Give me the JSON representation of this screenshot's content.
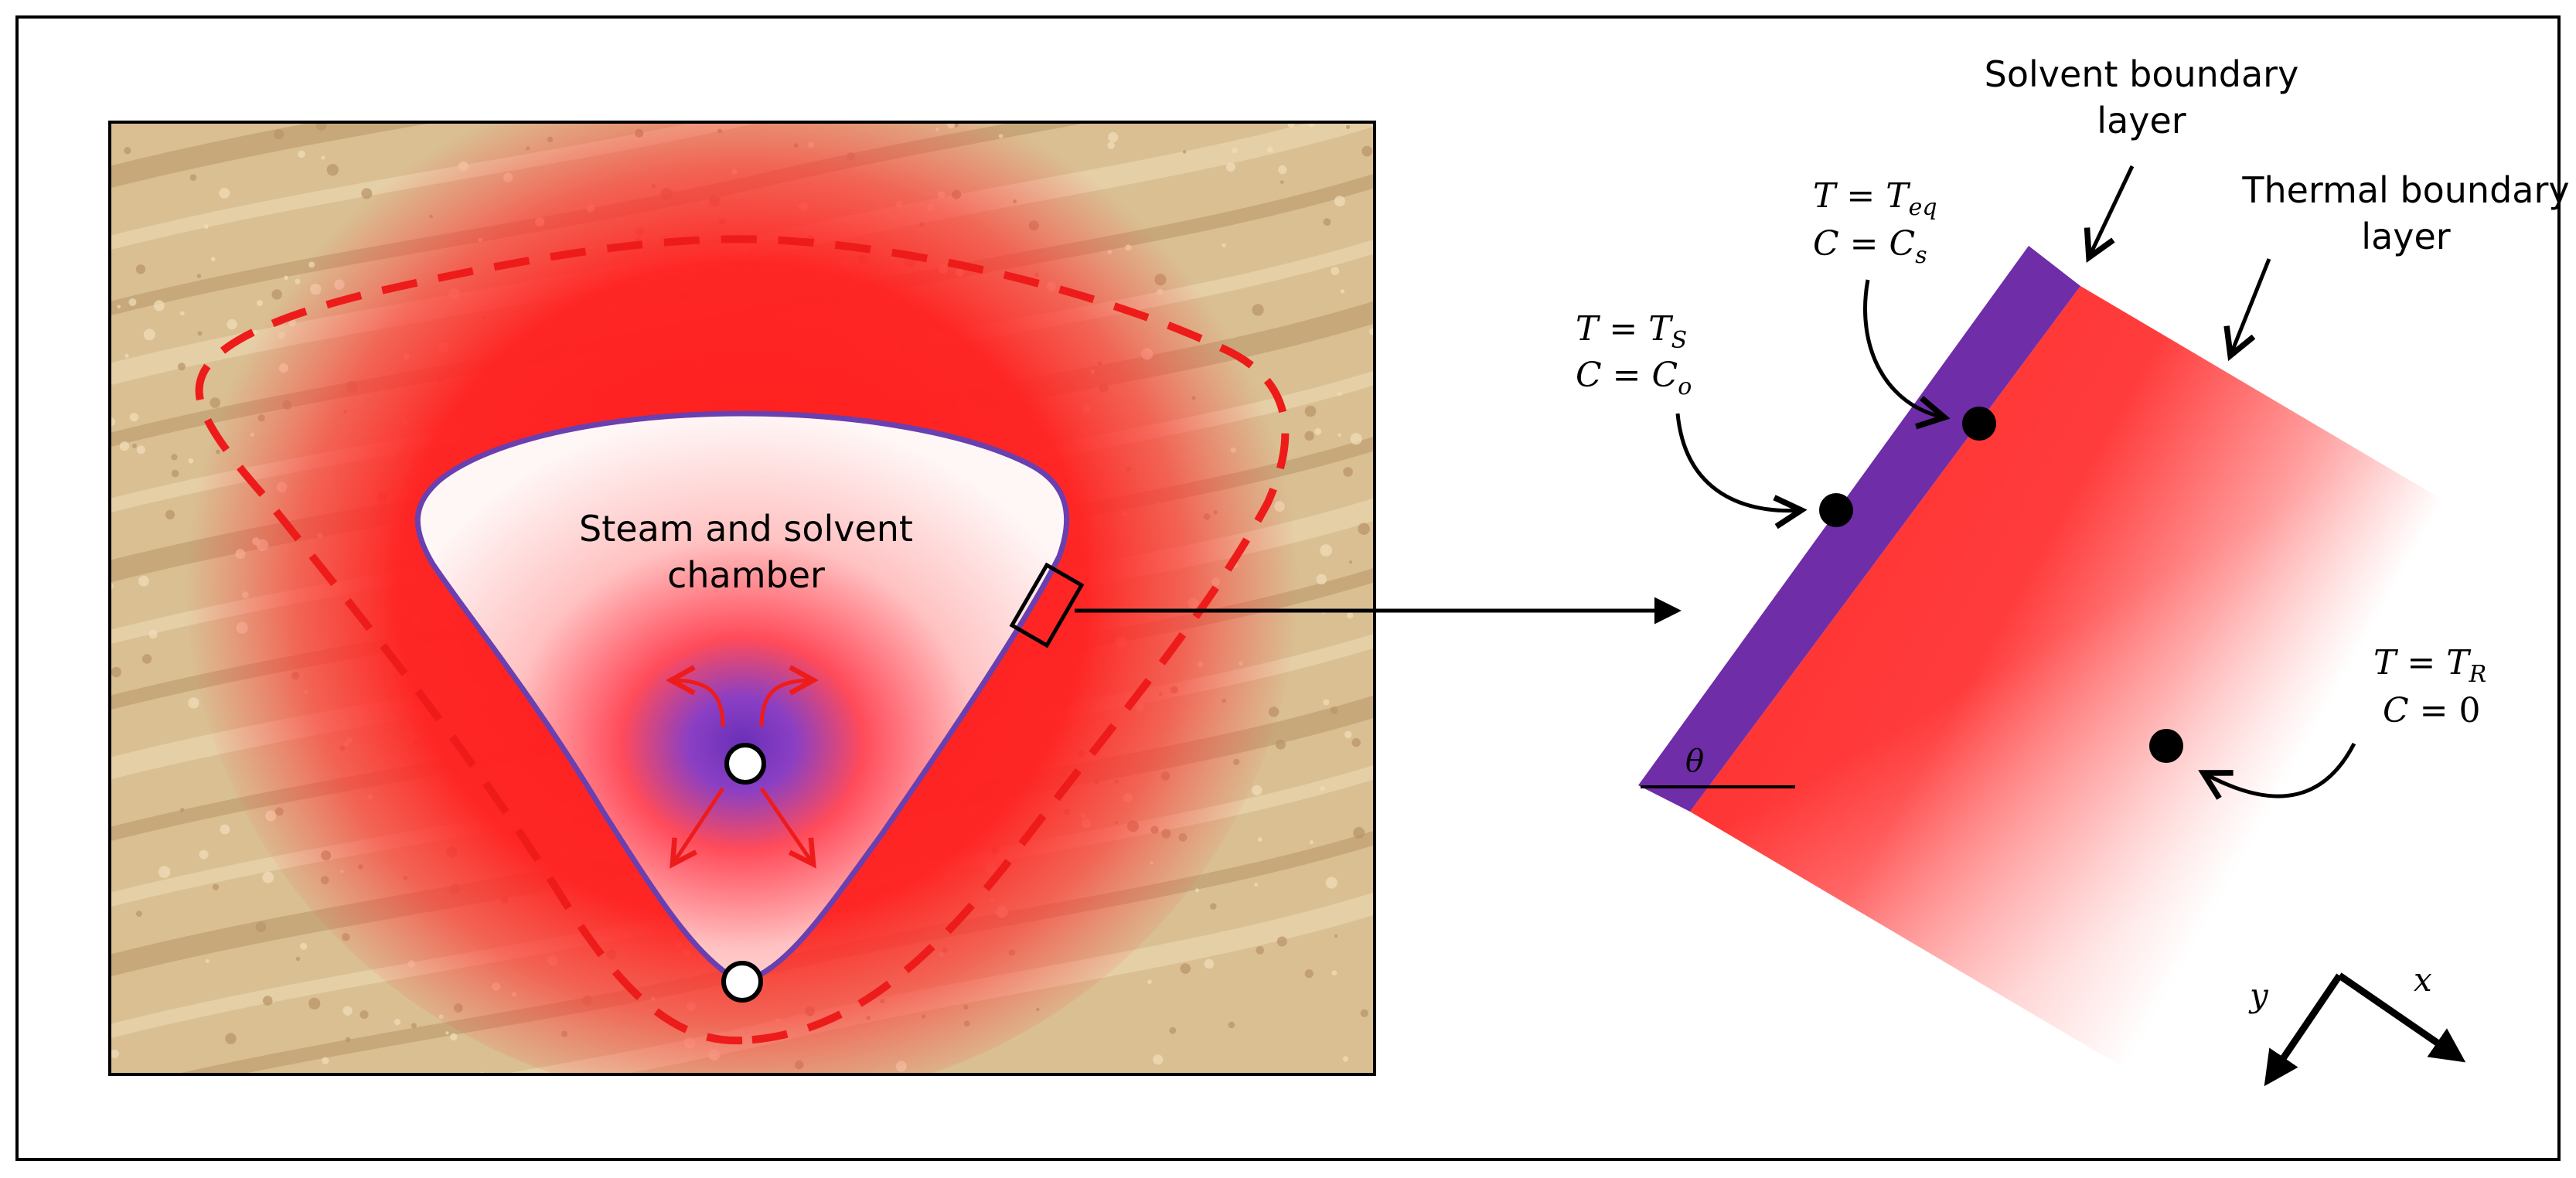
{
  "chamber": {
    "label_line1": "Steam and solvent",
    "label_line2": "chamber"
  },
  "labels": {
    "solvent_boundary_line1": "Solvent boundary",
    "solvent_boundary_line2": "layer",
    "thermal_boundary_line1": "Thermal boundary",
    "thermal_boundary_line2": "layer"
  },
  "equations": {
    "ts_T": "T",
    "ts_eq": " = ",
    "ts_rhs": "T",
    "ts_sub": "S",
    "co_C": "C",
    "co_eq": " = ",
    "co_rhs": "C",
    "co_sub": "o",
    "teq_T": "T",
    "teq_eq": " = ",
    "teq_rhs": "T",
    "teq_sub": "eq",
    "cs_C": "C",
    "cs_eq": " = ",
    "cs_rhs": "C",
    "cs_sub": "s",
    "tr_T": "T",
    "tr_eq": " = ",
    "tr_rhs": "T",
    "tr_sub": "R",
    "c0_C": "C",
    "c0_eq": " = ",
    "c0_rhs": "0"
  },
  "angle_label": "θ",
  "axes": {
    "x_label": "x",
    "y_label": "y"
  },
  "colors": {
    "heat_red": "#ff2a2a",
    "solvent_purple": "#6f2da8",
    "sand_base": "#d9bf92",
    "sand_light": "#efdcb8",
    "sand_dark": "#b89668",
    "dashed_red": "#ee1b1b"
  }
}
